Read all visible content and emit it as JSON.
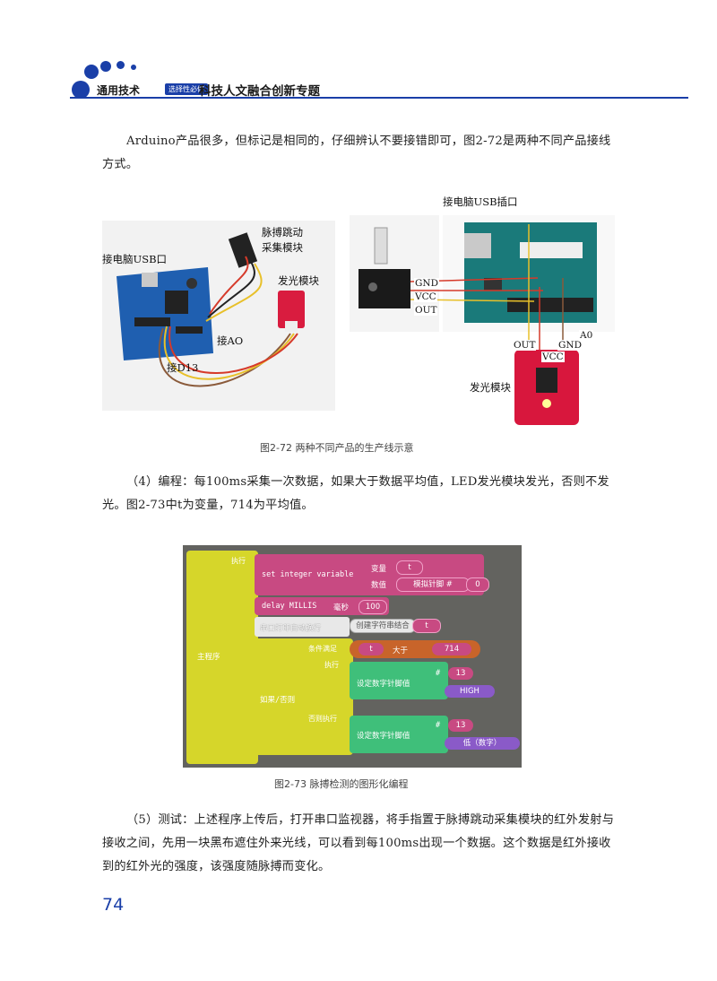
{
  "header": {
    "series": "通用技术",
    "series_tag": "选择性必修",
    "topic": "科技人文融合创新专题"
  },
  "paragraphs": {
    "p1": "Arduino产品很多，但标记是相同的，仔细辨认不要接错即可，图2-72是两种不同产品接线方式。",
    "p2": "（4）编程：每100ms采集一次数据，如果大于数据平均值，LED发光模块发光，否则不发光。图2-73中t为变量，714为平均值。",
    "p3": "（5）测试：上述程序上传后，打开串口监视器，将手指置于脉搏跳动采集模块的红外发射与接收之间，先用一块黑布遮住外来光线，可以看到每100ms出现一个数据。这个数据是红外接收到的红外光的强度，该强度随脉搏而变化。"
  },
  "figure72": {
    "left_labels": {
      "usb": "接电脑USB口",
      "pulse_line1": "脉搏跳动",
      "pulse_line2": "采集模块",
      "led": "发光模块",
      "a0": "接AO",
      "d13": "接D13"
    },
    "right_labels": {
      "usb": "接电脑USB插口",
      "gnd": "GND",
      "vcc": "VCC",
      "out": "OUT",
      "a0": "A0",
      "out2": "OUT",
      "gnd2": "GND",
      "vcc2": "VCC",
      "led": "发光模块"
    },
    "caption": "图2-72   两种不同产品的生产线示意"
  },
  "figure73": {
    "main": "主程序",
    "exec": "执行",
    "set_var": "set integer variable",
    "var_label": "变量",
    "var_name": "t",
    "value_label": "数值",
    "analog_read": "模拟针脚 #",
    "pin0": "0",
    "delay": "delay MILLIS",
    "ms_label": "毫秒",
    "ms_value": "100",
    "serial_print": "串口打印自动换行",
    "text_join": "创建字符串结合",
    "var_t": "t",
    "if_else": "如果/否则",
    "cond": "条件满足",
    "cond_var": "t",
    "gt": "大于",
    "avg": "714",
    "then": "执行",
    "set_pin1": "设定数字针脚值",
    "hash1": "#",
    "pin13a": "13",
    "high": "HIGH",
    "else": "否则执行",
    "set_pin2": "设定数字针脚值",
    "hash2": "#",
    "pin13b": "13",
    "low": "低（数字）",
    "caption": "图2-73   脉搏检测的图形化编程"
  },
  "page_number": "74"
}
